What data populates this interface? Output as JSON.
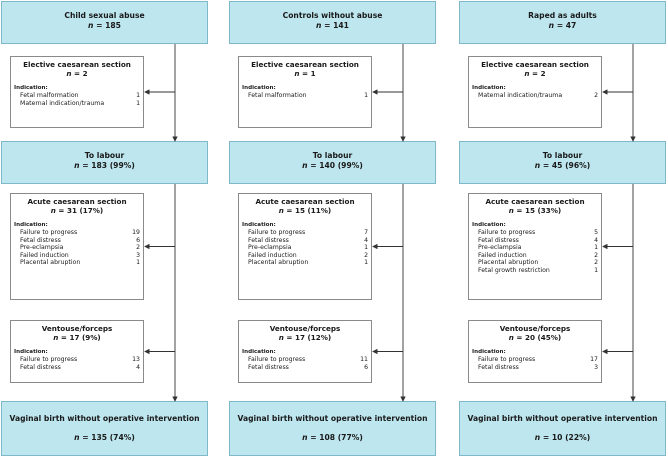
{
  "columns": [
    {
      "group": {
        "title": "Child sexual abuse",
        "n": "185"
      },
      "elective": {
        "title": "Elective caesarean section",
        "n": "2",
        "indication_label": "Indication:",
        "rows": [
          {
            "label": "Fetal malformation",
            "value": "1"
          },
          {
            "label": "Maternal indication/trauma",
            "value": "1"
          }
        ]
      },
      "labour": {
        "title": "To labour",
        "n": "183 (99%)"
      },
      "acute": {
        "title": "Acute caesarean section",
        "n": "31 (17%)",
        "indication_label": "Indication:",
        "rows": [
          {
            "label": "Failure to progress",
            "value": "19"
          },
          {
            "label": "Fetal distress",
            "value": "6"
          },
          {
            "label": "Pre-eclampsia",
            "value": "2"
          },
          {
            "label": "Failed induction",
            "value": "3"
          },
          {
            "label": "Placental abruption",
            "value": "1"
          }
        ]
      },
      "ventouse": {
        "title": "Ventouse/forceps",
        "n": "17 (9%)",
        "indication_label": "Indication:",
        "rows": [
          {
            "label": "Failure to progress",
            "value": "13"
          },
          {
            "label": "Fetal distress",
            "value": "4"
          }
        ]
      },
      "vaginal": {
        "title": "Vaginal birth without operative intervention",
        "n": "135 (74%)"
      }
    },
    {
      "group": {
        "title": "Controls without abuse",
        "n": "141"
      },
      "elective": {
        "title": "Elective caesarean section",
        "n": "1",
        "indication_label": "Indication:",
        "rows": [
          {
            "label": "Fetal malformation",
            "value": "1"
          }
        ]
      },
      "labour": {
        "title": "To labour",
        "n": "140 (99%)"
      },
      "acute": {
        "title": "Acute caesarean section",
        "n": "15 (11%)",
        "indication_label": "Indication:",
        "rows": [
          {
            "label": "Failure to progress",
            "value": "7"
          },
          {
            "label": "Fetal distress",
            "value": "4"
          },
          {
            "label": "Pre-eclampsia",
            "value": "1"
          },
          {
            "label": "Failed induction",
            "value": "2"
          },
          {
            "label": "Placental abruption",
            "value": "1"
          }
        ]
      },
      "ventouse": {
        "title": "Ventouse/forceps",
        "n": "17 (12%)",
        "indication_label": "Indication:",
        "rows": [
          {
            "label": "Failure to progress",
            "value": "11"
          },
          {
            "label": "Fetal distress",
            "value": "6"
          }
        ]
      },
      "vaginal": {
        "title": "Vaginal birth without operative intervention",
        "n": "108 (77%)"
      }
    },
    {
      "group": {
        "title": "Raped as adults",
        "n": "47"
      },
      "elective": {
        "title": "Elective caesarean section",
        "n": "2",
        "indication_label": "Indication:",
        "rows": [
          {
            "label": "Maternal indication/trauma",
            "value": "2"
          }
        ]
      },
      "labour": {
        "title": "To labour",
        "n": "45 (96%)"
      },
      "acute": {
        "title": "Acute caesarean section",
        "n": "15 (33%)",
        "indication_label": "Indication:",
        "rows": [
          {
            "label": "Failure to progress",
            "value": "5"
          },
          {
            "label": "Fetal distress",
            "value": "4"
          },
          {
            "label": "Pre-eclampsia",
            "value": "1"
          },
          {
            "label": "Failed induction",
            "value": "2"
          },
          {
            "label": "Placental abruption",
            "value": "2"
          },
          {
            "label": "Fetal growth restriction",
            "value": "1"
          }
        ]
      },
      "ventouse": {
        "title": "Ventouse/forceps",
        "n": "20 (45%)",
        "indication_label": "Indication:",
        "rows": [
          {
            "label": "Failure to progress",
            "value": "17"
          },
          {
            "label": "Fetal distress",
            "value": "3"
          }
        ]
      },
      "vaginal": {
        "title": "Vaginal birth without operative intervention",
        "n": "10 (22%)"
      }
    }
  ],
  "n_prefix": "n",
  "n_equals": " = ",
  "colors": {
    "blue_fill": "#bde6ef",
    "blue_border": "#7fb9c9",
    "white_border": "#8a8a8a",
    "line": "#333333"
  }
}
